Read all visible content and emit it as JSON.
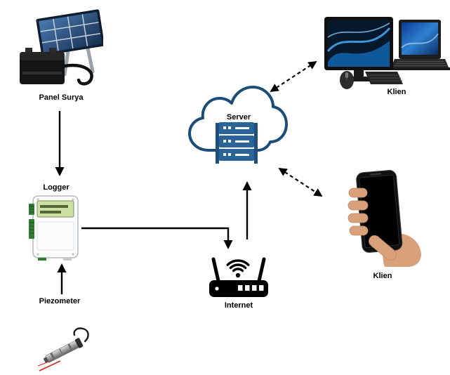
{
  "diagram": {
    "type": "network-architecture",
    "nodes": {
      "panel_surya": {
        "label": "Panel Surya",
        "icon": "solar-panel-battery-icon"
      },
      "logger": {
        "label": "Logger",
        "icon": "data-logger-icon"
      },
      "piezometer": {
        "label": "Piezometer",
        "icon": "piezometer-sensor-icon"
      },
      "server": {
        "label": "Server",
        "icon": "cloud-server-icon"
      },
      "internet": {
        "label": "Internet",
        "icon": "wifi-router-icon"
      },
      "klien_computers": {
        "label": "Klien",
        "icon": "desktop-laptop-icon"
      },
      "klien_phone": {
        "label": "Klien",
        "icon": "smartphone-in-hand-icon"
      }
    },
    "edges": [
      {
        "from": "panel_surya",
        "to": "logger",
        "style": "solid",
        "arrows": "end"
      },
      {
        "from": "piezometer",
        "to": "logger",
        "style": "solid",
        "arrows": "end"
      },
      {
        "from": "logger",
        "to": "internet",
        "style": "solid",
        "arrows": "end"
      },
      {
        "from": "internet",
        "to": "server",
        "style": "solid",
        "arrows": "end"
      },
      {
        "from": "server",
        "to": "klien_computers",
        "style": "dashed",
        "arrows": "both"
      },
      {
        "from": "server",
        "to": "klien_phone",
        "style": "dashed",
        "arrows": "both"
      }
    ],
    "colors": {
      "background": "#ffffff",
      "arrow": "#000000",
      "cloud_outline": "#1c4d78",
      "server_rack": "#2a6499",
      "lcd_green": "#cfe0a6",
      "connector_green": "#2f7d33",
      "screen_blue": "#1264ad",
      "hand_skin": "#d8a07b",
      "laser_red": "#e02418"
    }
  }
}
